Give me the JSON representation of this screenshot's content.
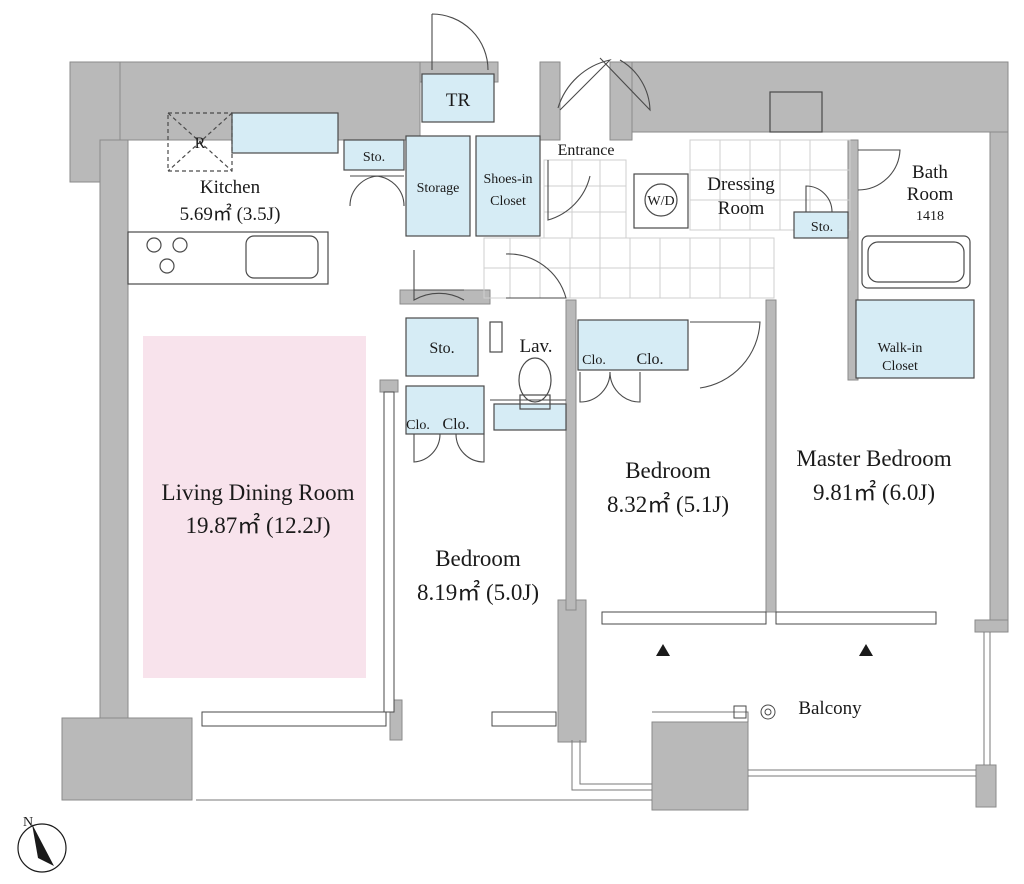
{
  "colors": {
    "wall": "#b9b9b9",
    "storage_fill": "#d6ecf5",
    "living_highlight": "#f8e3ec",
    "tile_line": "#cfcfcf",
    "line": "#4a4a4a"
  },
  "rooms": {
    "tr": "TR",
    "refrigerator": "R",
    "kitchen": {
      "name": "Kitchen",
      "area": "5.69㎡ (3.5J)"
    },
    "sto_kitchen": "Sto.",
    "storage": "Storage",
    "shoes_closet": {
      "line1": "Shoes-in",
      "line2": "Closet"
    },
    "entrance": "Entrance",
    "wd": "W/D",
    "dressing": {
      "line1": "Dressing",
      "line2": "Room"
    },
    "sto_dressing": "Sto.",
    "bath": {
      "line1": "Bath",
      "line2": "Room",
      "line3": "1418"
    },
    "sto_hall": "Sto.",
    "lav": "Lav.",
    "clo_left_1": "Clo.",
    "clo_left_2": "Clo.",
    "clo_mid_1": "Clo.",
    "clo_mid_2": "Clo.",
    "walkin": {
      "line1": "Walk-in",
      "line2": "Closet"
    },
    "living": {
      "name": "Living Dining Room",
      "area": "19.87㎡ (12.2J)"
    },
    "bedroom1": {
      "name": "Bedroom",
      "area": "8.19㎡ (5.0J)"
    },
    "bedroom2": {
      "name": "Bedroom",
      "area": "8.32㎡ (5.1J)"
    },
    "master": {
      "name": "Master Bedroom",
      "area": "9.81㎡ (6.0J)"
    },
    "balcony": "Balcony"
  },
  "compass": {
    "label": "N"
  }
}
